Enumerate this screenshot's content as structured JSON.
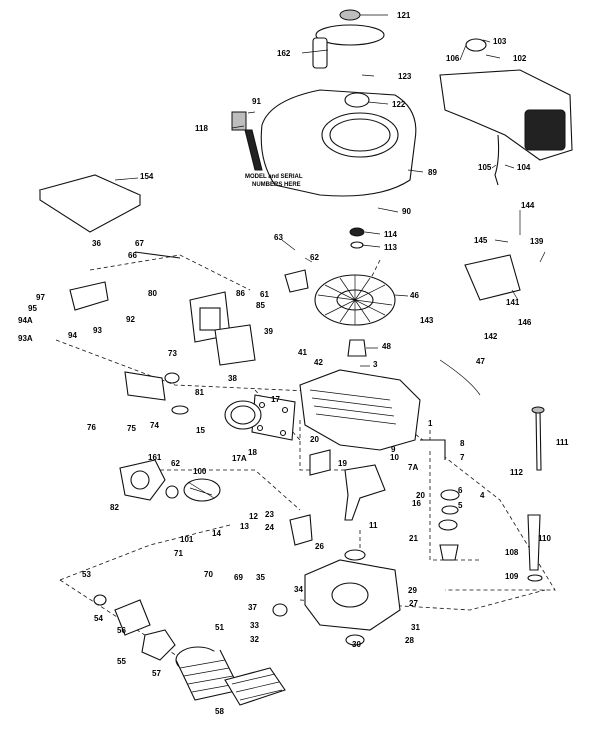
{
  "note_lines": [
    "MODEL and SERIAL",
    "NUMBERS HERE"
  ],
  "callouts": [
    {
      "id": "121"
    },
    {
      "id": "162"
    },
    {
      "id": "123"
    },
    {
      "id": "122"
    },
    {
      "id": "91"
    },
    {
      "id": "118"
    },
    {
      "id": "89"
    },
    {
      "id": "90"
    },
    {
      "id": "106"
    },
    {
      "id": "103"
    },
    {
      "id": "102"
    },
    {
      "id": "105"
    },
    {
      "id": "104"
    },
    {
      "id": "154"
    },
    {
      "id": "144"
    },
    {
      "id": "145"
    },
    {
      "id": "139"
    },
    {
      "id": "141"
    },
    {
      "id": "146"
    },
    {
      "id": "143"
    },
    {
      "id": "142"
    },
    {
      "id": "47"
    },
    {
      "id": "63"
    },
    {
      "id": "62"
    },
    {
      "id": "114"
    },
    {
      "id": "113"
    },
    {
      "id": "46"
    },
    {
      "id": "48"
    },
    {
      "id": "3"
    },
    {
      "id": "36"
    },
    {
      "id": "67"
    },
    {
      "id": "66"
    },
    {
      "id": "97"
    },
    {
      "id": "95"
    },
    {
      "id": "94A"
    },
    {
      "id": "93A"
    },
    {
      "id": "94"
    },
    {
      "id": "93"
    },
    {
      "id": "80"
    },
    {
      "id": "92"
    },
    {
      "id": "86"
    },
    {
      "id": "61"
    },
    {
      "id": "85"
    },
    {
      "id": "39"
    },
    {
      "id": "38"
    },
    {
      "id": "41"
    },
    {
      "id": "42"
    },
    {
      "id": "73"
    },
    {
      "id": "81"
    },
    {
      "id": "76"
    },
    {
      "id": "75"
    },
    {
      "id": "74"
    },
    {
      "id": "15"
    },
    {
      "id": "17"
    },
    {
      "id": "18"
    },
    {
      "id": "17A"
    },
    {
      "id": "20"
    },
    {
      "id": "1"
    },
    {
      "id": "19"
    },
    {
      "id": "10"
    },
    {
      "id": "16"
    },
    {
      "id": "9"
    },
    {
      "id": "7A"
    },
    {
      "id": "8"
    },
    {
      "id": "7"
    },
    {
      "id": "6"
    },
    {
      "id": "5"
    },
    {
      "id": "4"
    },
    {
      "id": "111"
    },
    {
      "id": "112"
    },
    {
      "id": "161"
    },
    {
      "id": "62"
    },
    {
      "id": "100"
    },
    {
      "id": "82"
    },
    {
      "id": "12"
    },
    {
      "id": "13"
    },
    {
      "id": "14"
    },
    {
      "id": "101"
    },
    {
      "id": "71"
    },
    {
      "id": "70"
    },
    {
      "id": "69"
    },
    {
      "id": "23"
    },
    {
      "id": "24"
    },
    {
      "id": "26"
    },
    {
      "id": "20"
    },
    {
      "id": "21"
    },
    {
      "id": "11"
    },
    {
      "id": "108"
    },
    {
      "id": "110"
    },
    {
      "id": "109"
    },
    {
      "id": "53"
    },
    {
      "id": "35"
    },
    {
      "id": "34"
    },
    {
      "id": "29"
    },
    {
      "id": "27"
    },
    {
      "id": "37"
    },
    {
      "id": "33"
    },
    {
      "id": "32"
    },
    {
      "id": "31"
    },
    {
      "id": "30"
    },
    {
      "id": "28"
    },
    {
      "id": "54"
    },
    {
      "id": "56"
    },
    {
      "id": "55"
    },
    {
      "id": "51"
    },
    {
      "id": "57"
    },
    {
      "id": "58"
    }
  ]
}
